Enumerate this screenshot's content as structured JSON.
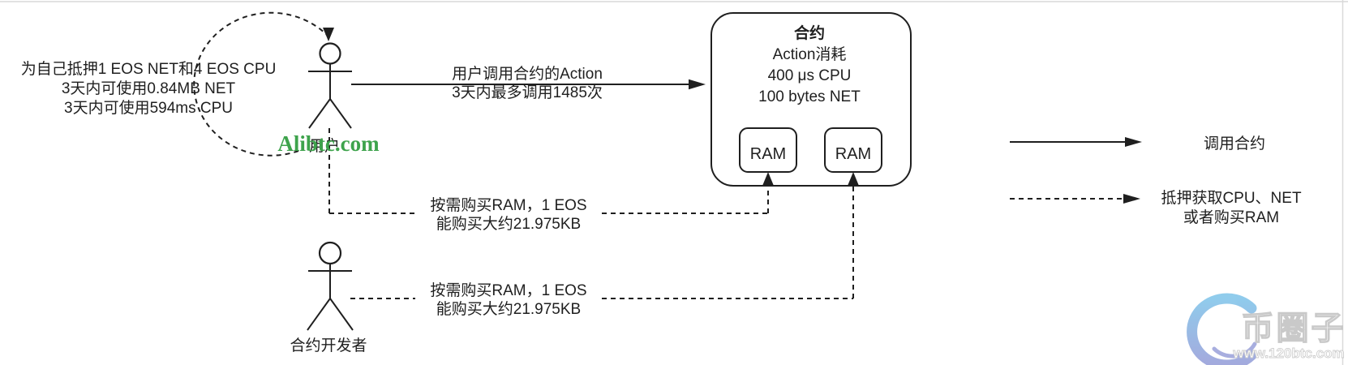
{
  "diagram": {
    "stake_note": {
      "line1": "为自己抵押1 EOS NET和4 EOS CPU",
      "line2": "3天内可使用0.84MB NET",
      "line3": "3天内可使用594ms CPU"
    },
    "user": {
      "label": "用户"
    },
    "developer": {
      "label": "合约开发者"
    },
    "call_action": {
      "line1": "用户调用合约的Action",
      "line2": "3天内最多调用1485次"
    },
    "contract": {
      "title": "合约",
      "consume": "Action消耗",
      "cpu": "400 μs CPU",
      "net": "100 bytes NET",
      "ram_left": "RAM",
      "ram_right": "RAM"
    },
    "buy_ram_user": {
      "line1": "按需购买RAM，1 EOS",
      "line2": "能购买大约21.975KB"
    },
    "buy_ram_dev": {
      "line1": "按需购买RAM，1 EOS",
      "line2": "能购买大约21.975KB"
    },
    "legend": {
      "solid": "调用合约",
      "dashed_line1": "抵押获取CPU、NET",
      "dashed_line2": "或者购买RAM"
    },
    "watermarks": {
      "green_text": "Alibtc.com",
      "logo_title": "币圈子",
      "logo_url": "www.120btc.com"
    },
    "colors": {
      "stroke": "#1f1f1f",
      "green_watermark": "#3ea34c",
      "logo_blue": "#84c6ea",
      "logo_purple": "#9aa1da",
      "page_border": "#d9d9d9",
      "logo_outline": "#c4c4c4"
    }
  }
}
